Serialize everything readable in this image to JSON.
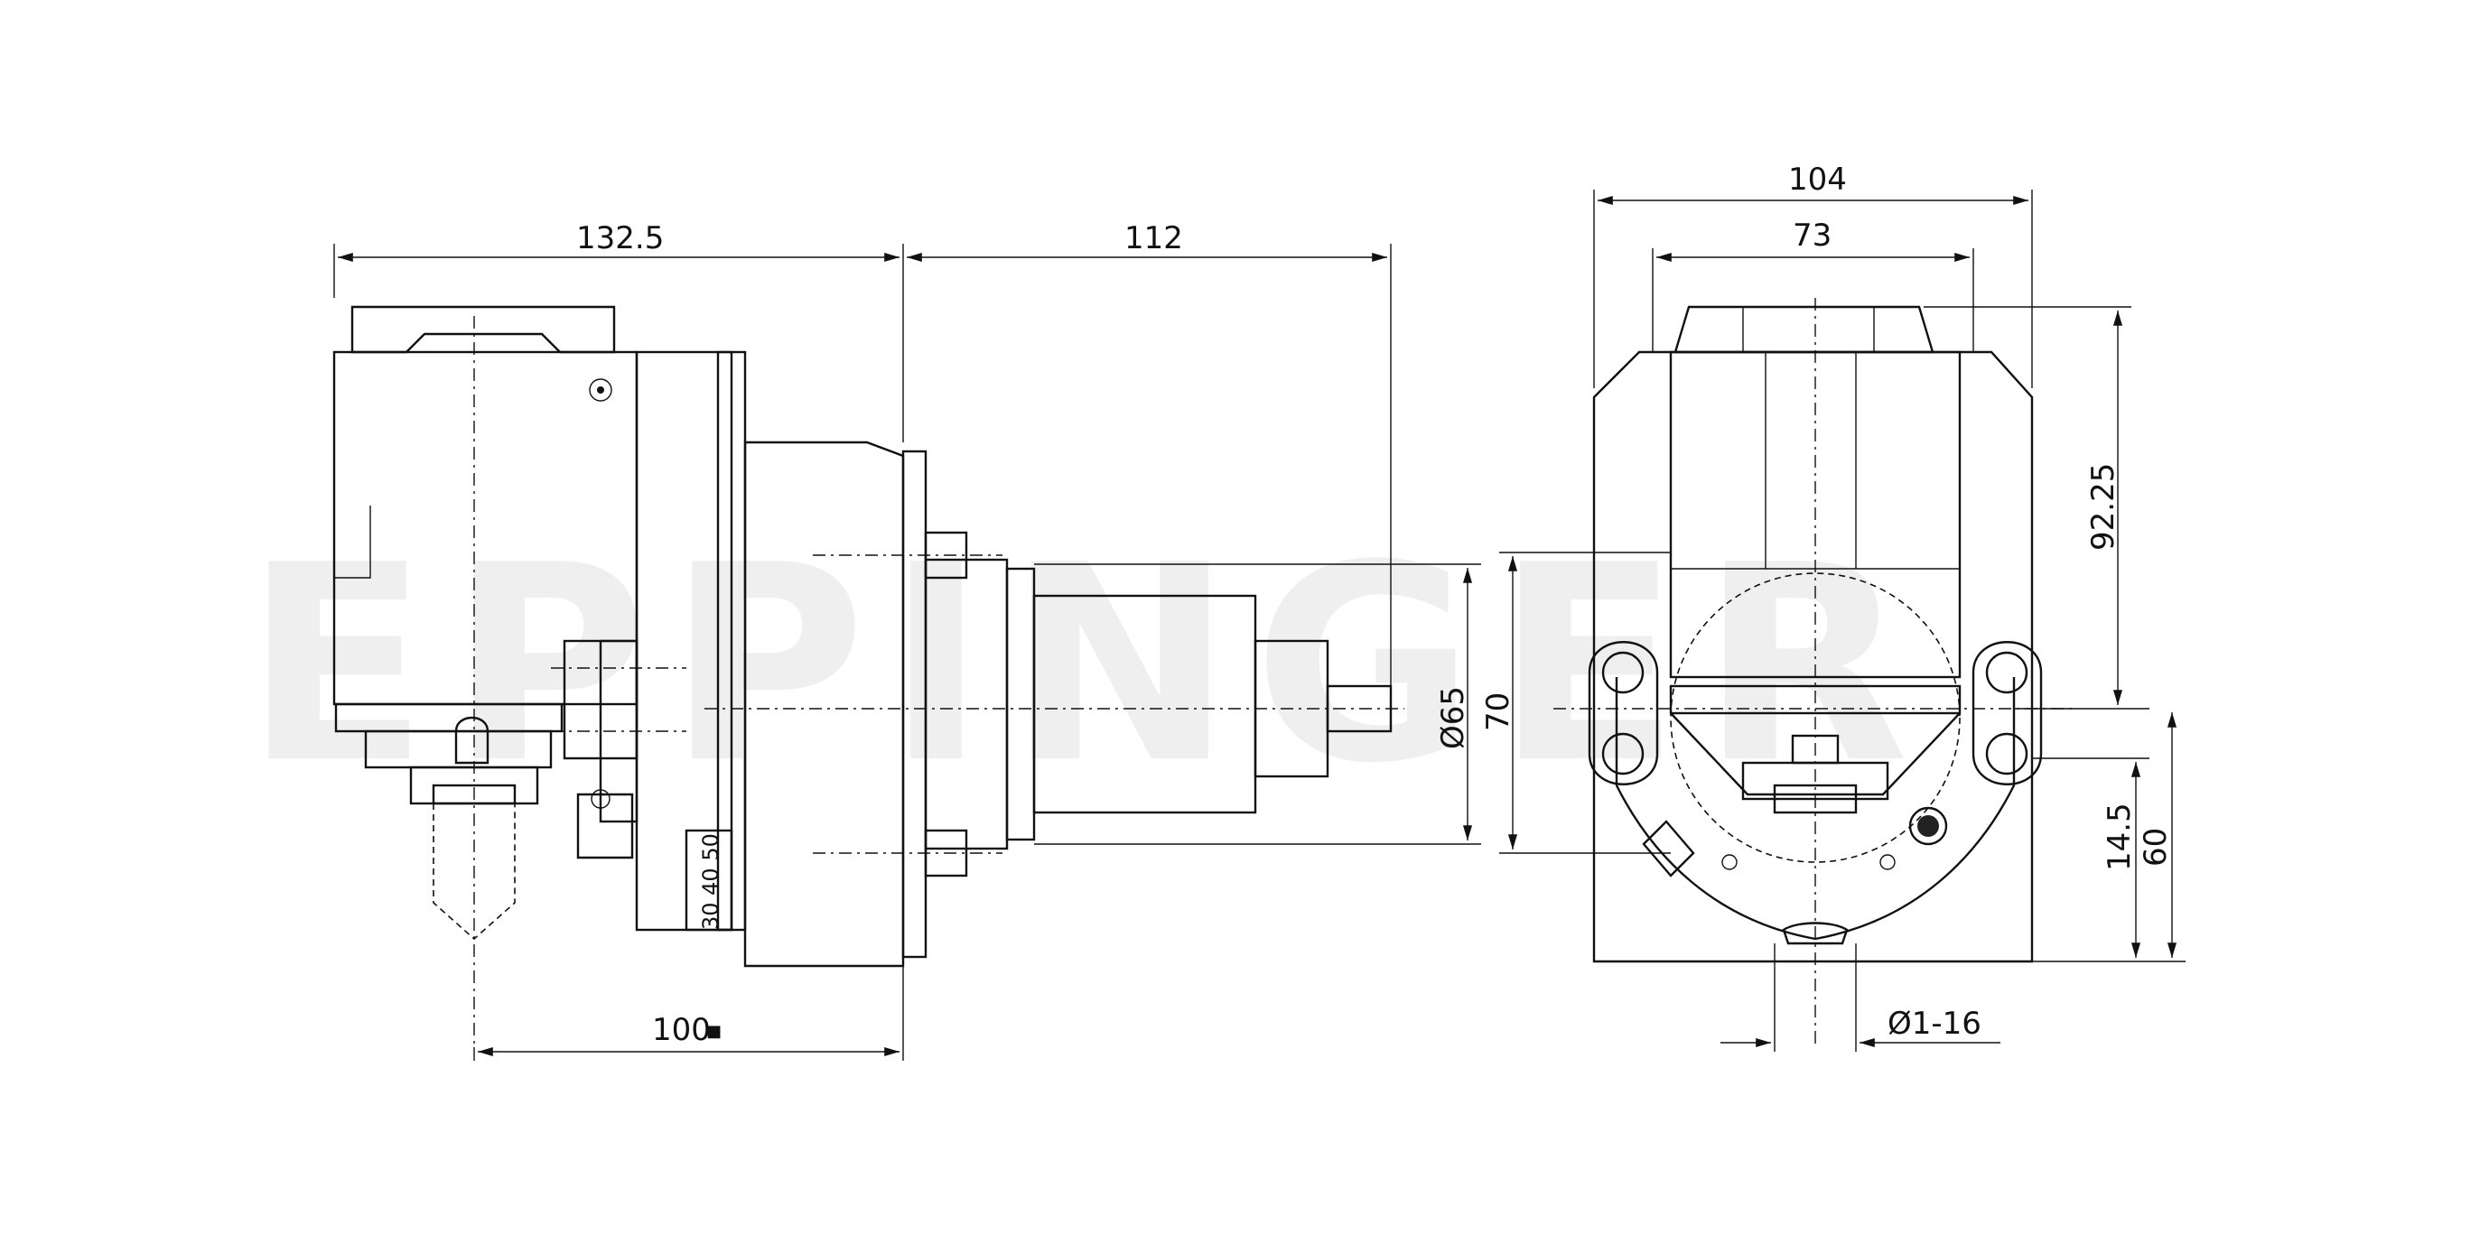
{
  "watermark": "EPPINGER",
  "side_view": {
    "dim_width_top_left": "132.5",
    "dim_width_top_right": "112",
    "dim_bottom": "100",
    "dim_bottom_mark": "■",
    "dim_diameter": "Ø65",
    "scale_marks": "30 40 50"
  },
  "front_view": {
    "dim_overall_width": "104",
    "dim_inner_width": "73",
    "dim_height_upper": "92.25",
    "dim_height_70": "70",
    "dim_offset": "14.5",
    "dim_height_60": "60",
    "dim_bore": "Ø1-16"
  }
}
